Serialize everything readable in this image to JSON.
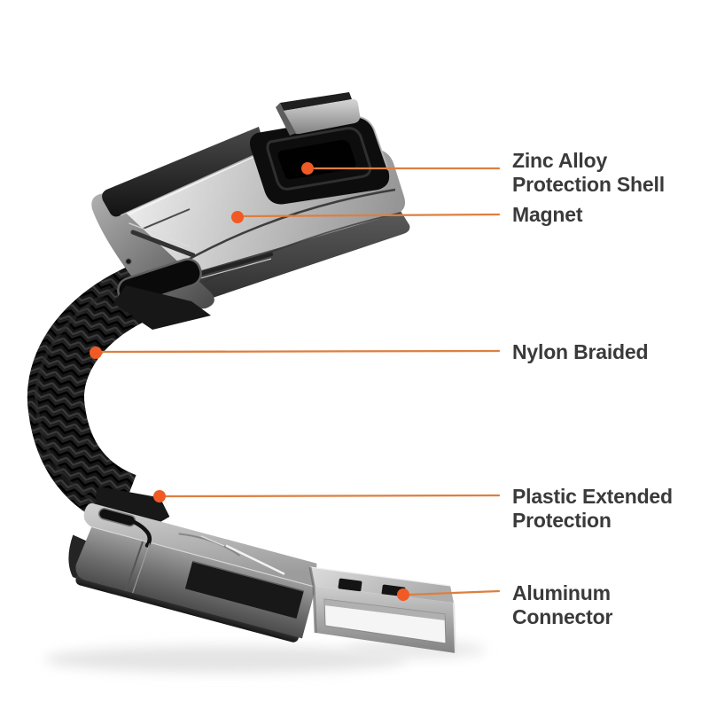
{
  "figure": {
    "description": "Annotated product photo of a magnetic charging cable: zinc alloy magnetic connector head at top, black nylon braided cable, and aluminum USB-A connector at bottom"
  },
  "callouts": [
    {
      "id": "zinc-alloy-protection-shell",
      "label": "Zinc Alloy\nProtection Shell"
    },
    {
      "id": "magnet",
      "label": "Magnet"
    },
    {
      "id": "nylon-braided",
      "label": "Nylon Braided"
    },
    {
      "id": "plastic-extended-protection",
      "label": "Plastic Extended\nProtection"
    },
    {
      "id": "aluminum-connector",
      "label": "Aluminum Connector"
    }
  ],
  "colors": {
    "accent_dot": "#f15a24",
    "leader_line": "#dd7f40",
    "label_text": "#3a3a3a",
    "background": "#ffffff",
    "cable_black": "#141414",
    "metal_gray": "#9e9e9e"
  }
}
